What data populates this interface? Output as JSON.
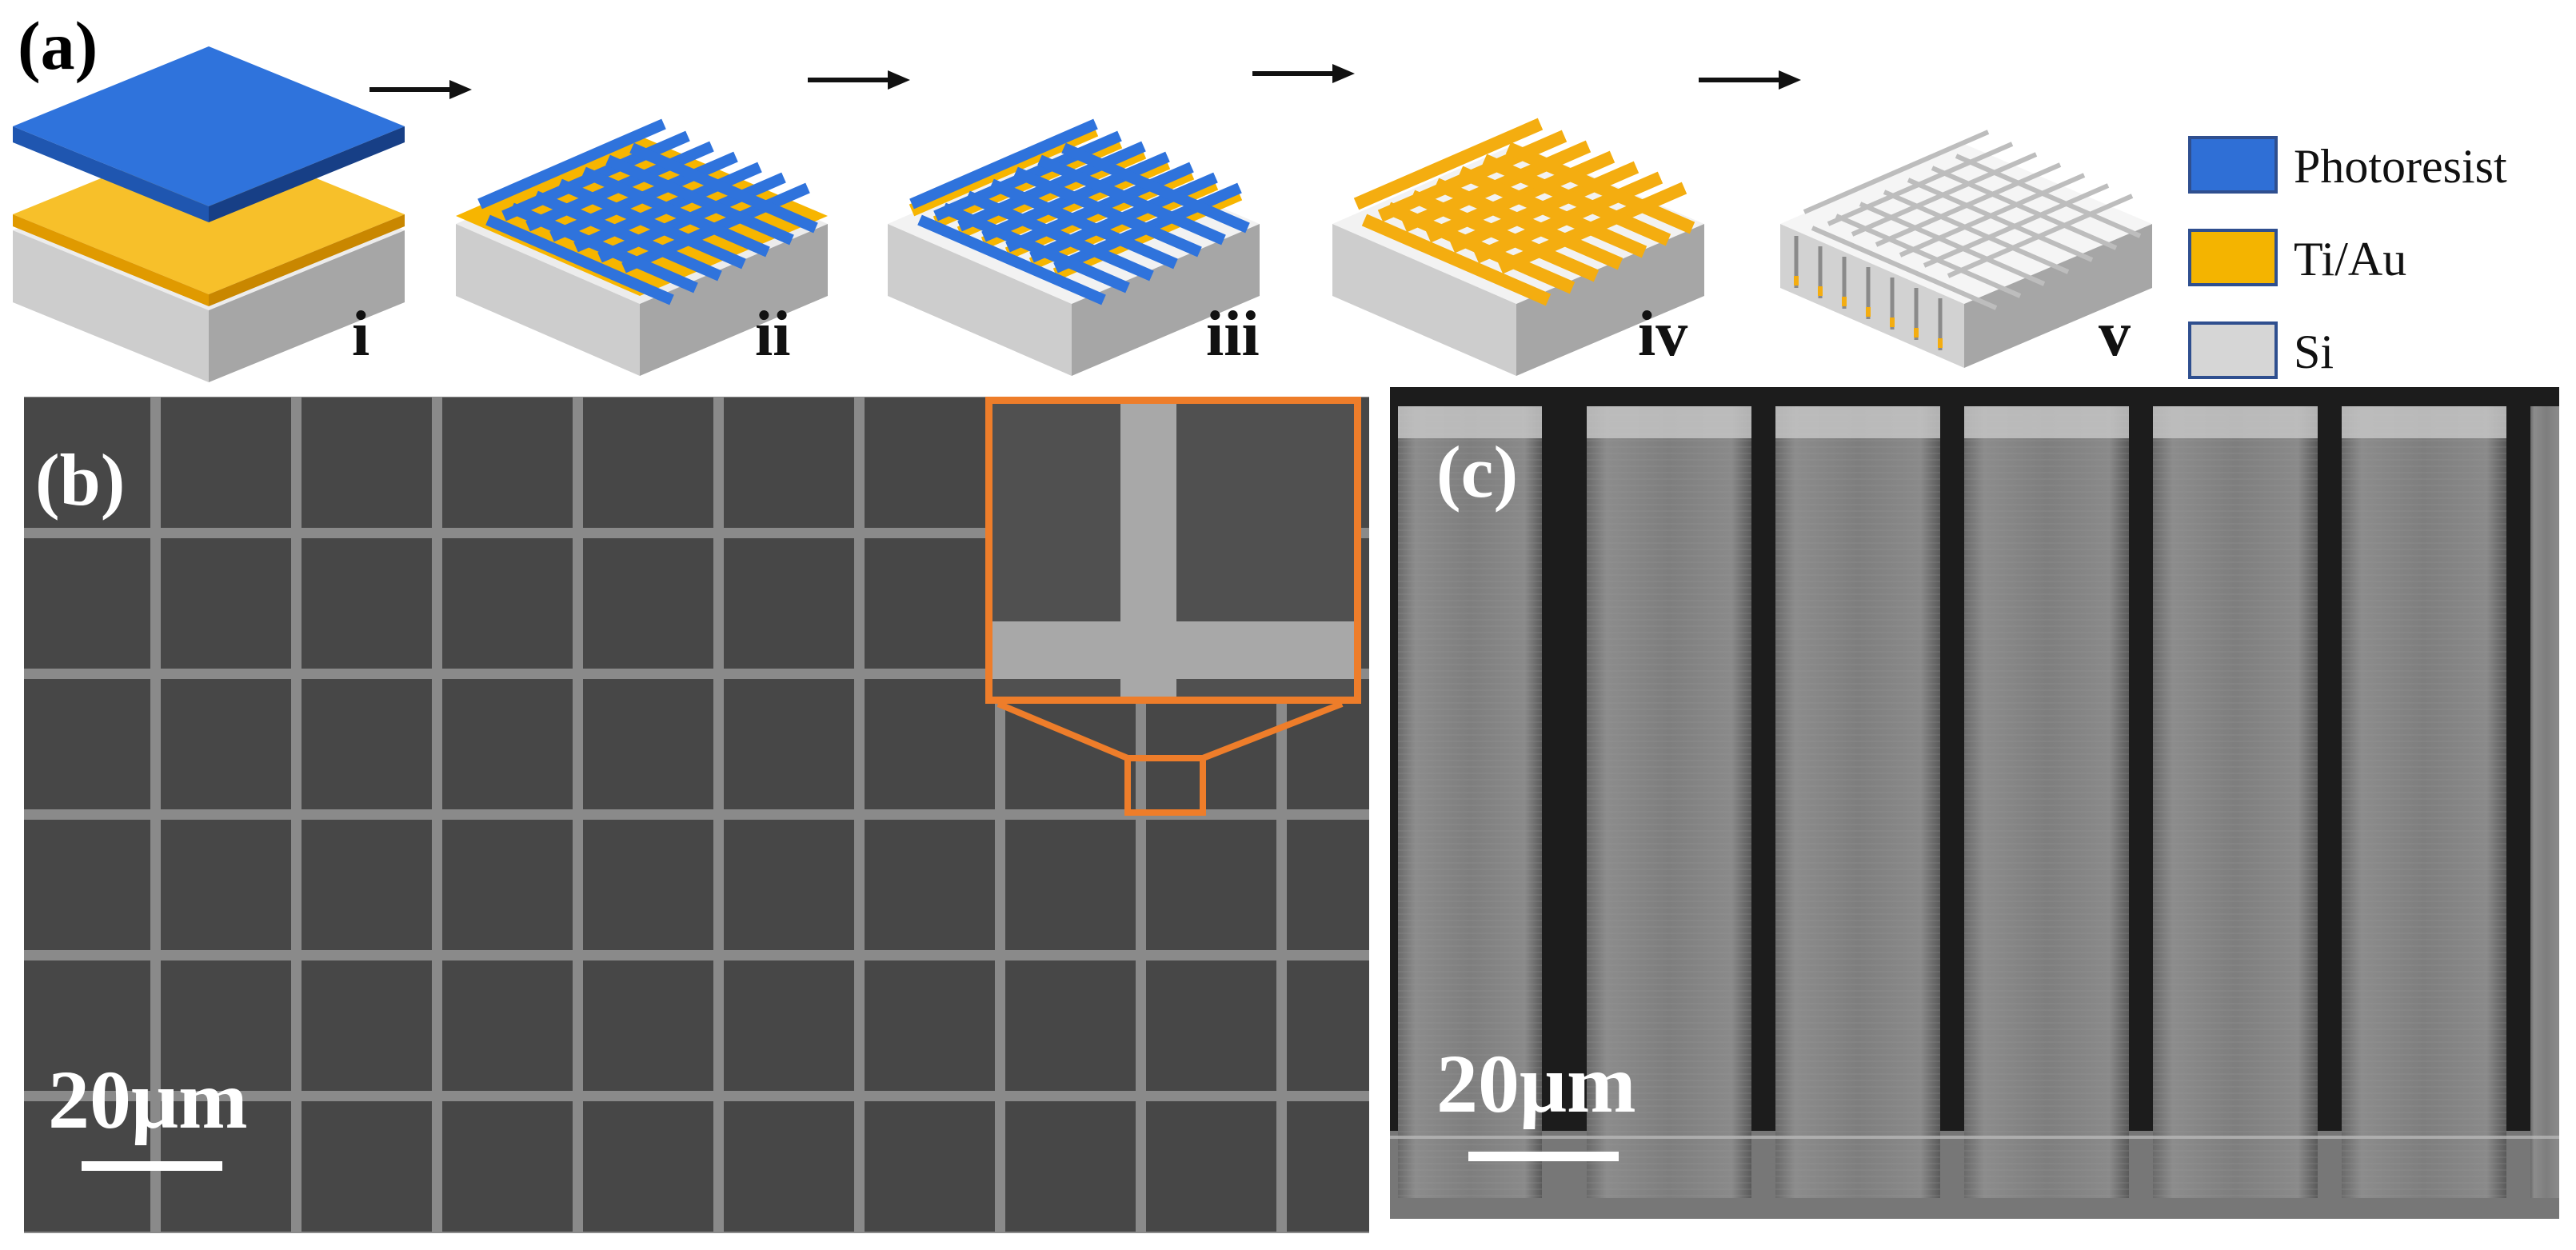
{
  "panel_a": {
    "label": "(a)",
    "steps": [
      "i",
      "ii",
      "iii",
      "iv",
      "v"
    ]
  },
  "legend": {
    "items": [
      {
        "label": "Photoresist",
        "color": "#2f6fd6"
      },
      {
        "label": "Ti/Au",
        "color": "#f4b400"
      },
      {
        "label": "Si",
        "color": "#d6d6d6"
      }
    ]
  },
  "panel_b": {
    "label": "(b)",
    "scale_bar": "20μm",
    "inset_outline_color": "#ee7d2a"
  },
  "panel_c": {
    "label": "(c)",
    "scale_bar": "20μm"
  },
  "colors": {
    "photoresist": "#2f6fd6",
    "gold": "#f4b400",
    "silicon_top": "#e6e6e6",
    "silicon_left": "#c9c9c9",
    "silicon_right": "#9d9d9d",
    "arrow": "#111111"
  }
}
